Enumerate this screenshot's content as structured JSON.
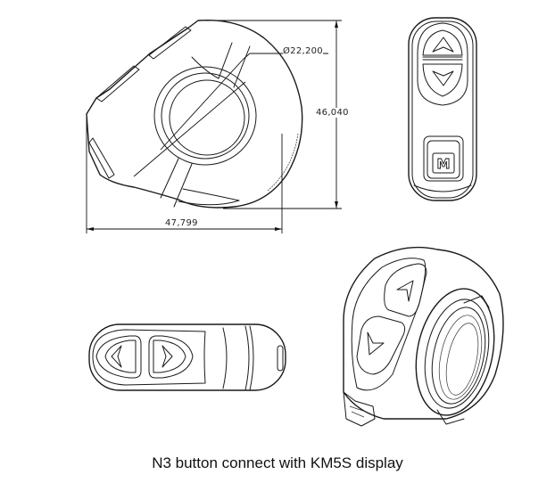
{
  "figure": {
    "caption": "N3 button connect with KM5S display",
    "colors": {
      "line": "#1a1a1a",
      "background": "#ffffff"
    }
  },
  "views": [
    {
      "id": "side-view",
      "description": "Side profile with clamp ring and dimensions",
      "dimensions": {
        "ring_diameter": "Ø22,200",
        "height": "46,040",
        "width": "47,799"
      }
    },
    {
      "id": "front-view",
      "description": "Front view with up/down buttons and mode button",
      "buttons": [
        {
          "name": "up",
          "icon": "chevron-up-icon"
        },
        {
          "name": "down",
          "icon": "chevron-down-icon"
        },
        {
          "name": "mode",
          "label": "M"
        }
      ]
    },
    {
      "id": "top-view",
      "description": "Top view with left/right buttons",
      "buttons": [
        {
          "name": "left",
          "icon": "chevron-left-icon"
        },
        {
          "name": "right",
          "icon": "chevron-right-icon"
        }
      ]
    },
    {
      "id": "isometric-view",
      "description": "Isometric view showing two buttons and handlebar clamp",
      "buttons": [
        {
          "name": "up",
          "icon": "chevron-up-icon"
        },
        {
          "name": "down",
          "icon": "chevron-down-icon"
        }
      ]
    }
  ]
}
